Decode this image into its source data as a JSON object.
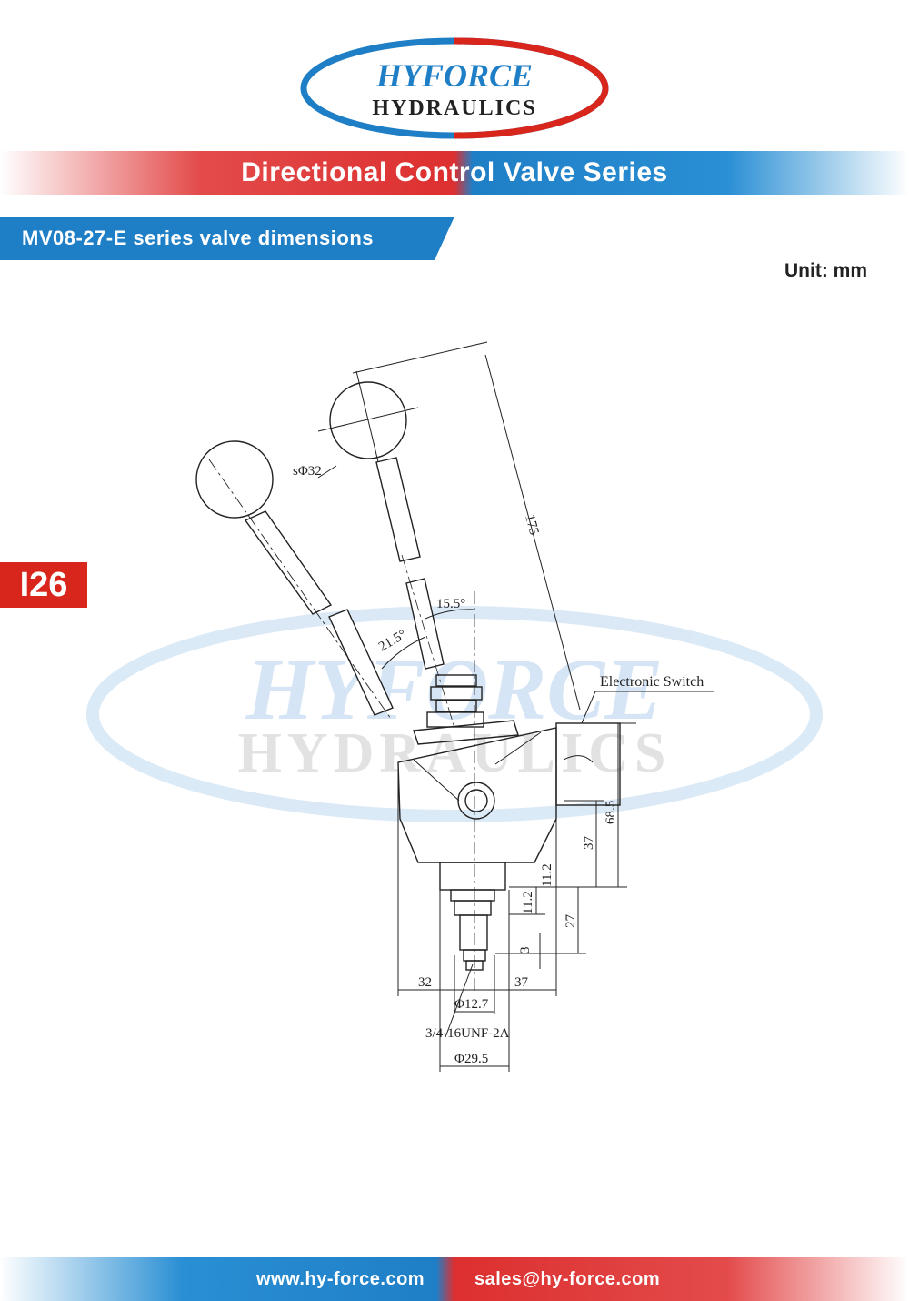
{
  "brand": {
    "line1": "HYFORCE",
    "line2": "HYDRAULICS",
    "colors": {
      "red": "#d9261c",
      "blue": "#1f7fc6"
    }
  },
  "banner": {
    "title": "Directional Control Valve Series"
  },
  "section": {
    "title": "MV08-27-E series valve dimensions"
  },
  "unit": "Unit: mm",
  "page_number": "I26",
  "drawing": {
    "labels": {
      "sphere": "sΦ32",
      "length": "175",
      "angle_right": "15.5°",
      "angle_left": "21.5°",
      "switch": "Electronic Switch",
      "h_total": "68.5",
      "h_body": "37",
      "h_neck": "11.2",
      "h_thread": "11.2",
      "h_cart": "27",
      "h_tip": "3",
      "w_left": "32",
      "w_right": "37",
      "d_spool": "Φ12.7",
      "thread": "3/4-16UNF-2A",
      "d_body": "Φ29.5"
    }
  },
  "footer": {
    "website": "www.hy-force.com",
    "email": "sales@hy-force.com"
  }
}
